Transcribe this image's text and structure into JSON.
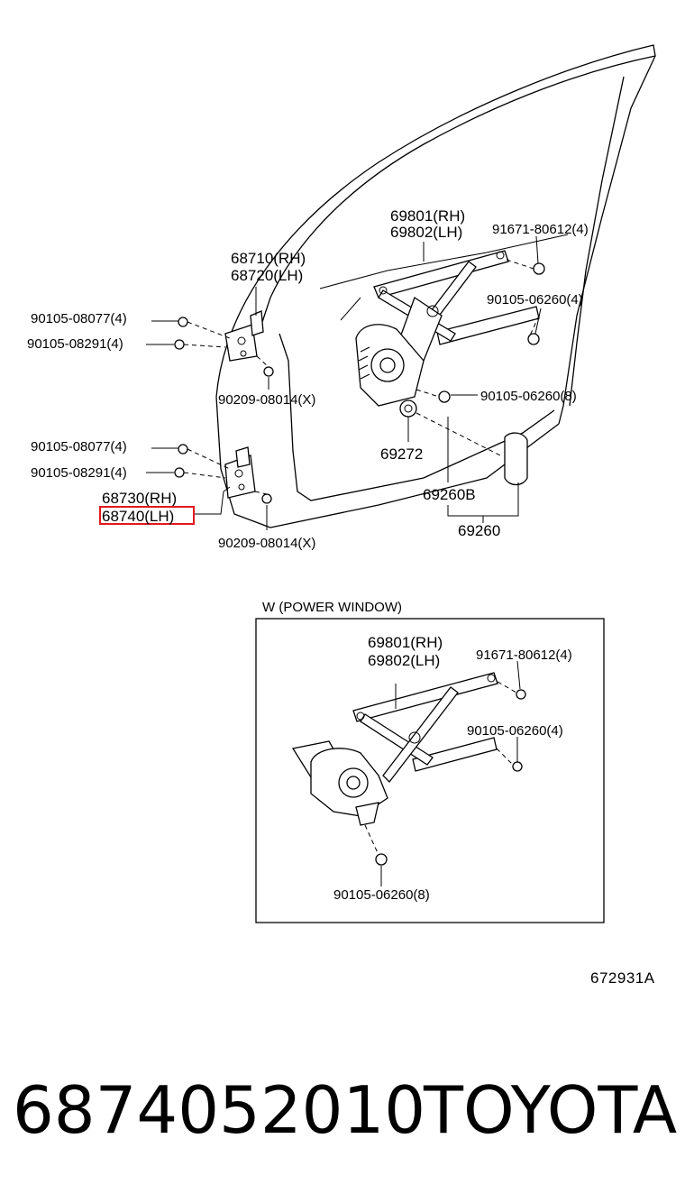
{
  "callouts": {
    "rh_regulator_top": "69801(RH)",
    "lh_regulator_top": "69802(LH)",
    "bolt_91671_top": "91671-80612(4)",
    "hinge_upper_rh": "68710(RH)",
    "hinge_upper_lh": "68720(LH)",
    "bolt_08077_upper": "90105-08077(4)",
    "bolt_08291_upper": "90105-08291(4)",
    "bolt_06260_mid": "90105-06260(4)",
    "bolt_06260_lower": "90105-06260(8)",
    "pin_08014_upper": "90209-08014(X)",
    "knob_69272": "69272",
    "bolt_08077_lower": "90105-08077(4)",
    "bolt_08291_lower": "90105-08291(4)",
    "hinge_lower_rh": "68730(RH)",
    "hinge_lower_lh": "68740(LH)",
    "handle_69260b": "69260B",
    "handle_69260": "69260",
    "pin_08014_lower": "90209-08014(X)"
  },
  "inset": {
    "title": "W (POWER WINDOW)",
    "rh_regulator": "69801(RH)",
    "lh_regulator": "69802(LH)",
    "bolt_91671": "91671-80612(4)",
    "bolt_06260_mid": "90105-06260(4)",
    "bolt_06260_low": "90105-06260(8)"
  },
  "diagram_code": "672931A",
  "footer": {
    "part_number": "6874052010",
    "brand": "TOYOTA"
  },
  "colors": {
    "highlight": "#e0191f",
    "ink": "#000000",
    "background": "#ffffff"
  }
}
